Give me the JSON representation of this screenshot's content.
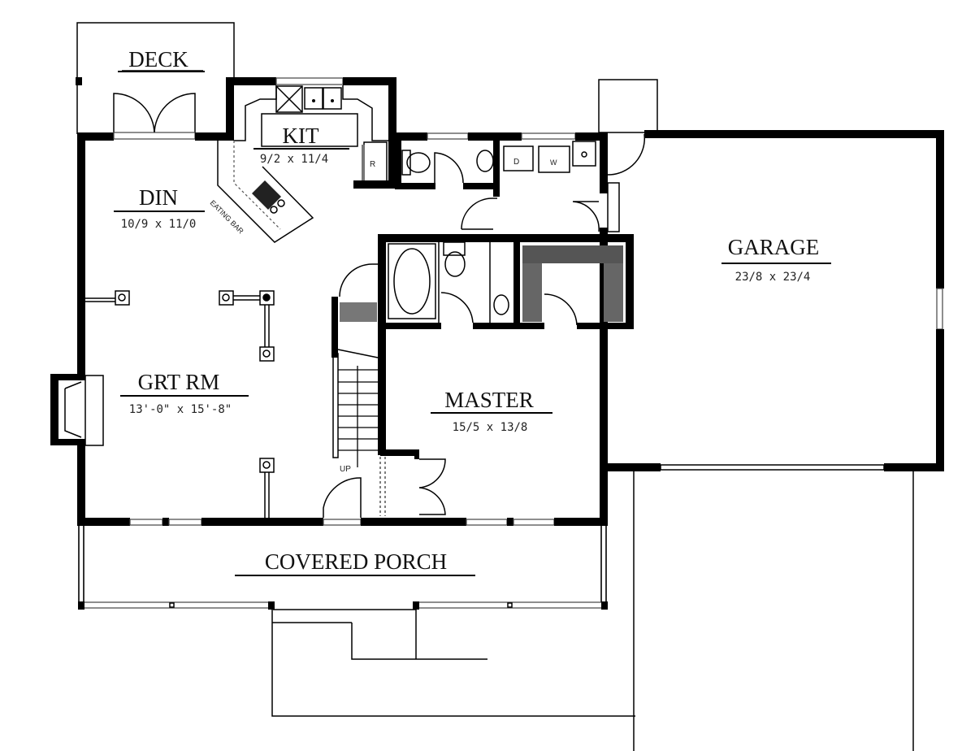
{
  "plan": {
    "rooms": [
      {
        "id": "deck",
        "name": "DECK",
        "dims": ""
      },
      {
        "id": "kit",
        "name": "KIT",
        "dims": "9/2 x 11/4"
      },
      {
        "id": "din",
        "name": "DIN",
        "dims": "10/9 x 11/0"
      },
      {
        "id": "grt_rm",
        "name": "GRT RM",
        "dims": "13'-0\" x 15'-8\""
      },
      {
        "id": "master",
        "name": "MASTER",
        "dims": "15/5 x 13/8"
      },
      {
        "id": "garage",
        "name": "GARAGE",
        "dims": "23/8 x 23/4"
      },
      {
        "id": "porch",
        "name": "COVERED PORCH",
        "dims": ""
      }
    ],
    "annotations": {
      "eating_bar": "EATING BAR",
      "refrigerator": "R",
      "dryer": "D",
      "washer": "W",
      "stairs_up": "UP"
    },
    "colors": {
      "wall": "#000000",
      "background": "#ffffff"
    }
  }
}
